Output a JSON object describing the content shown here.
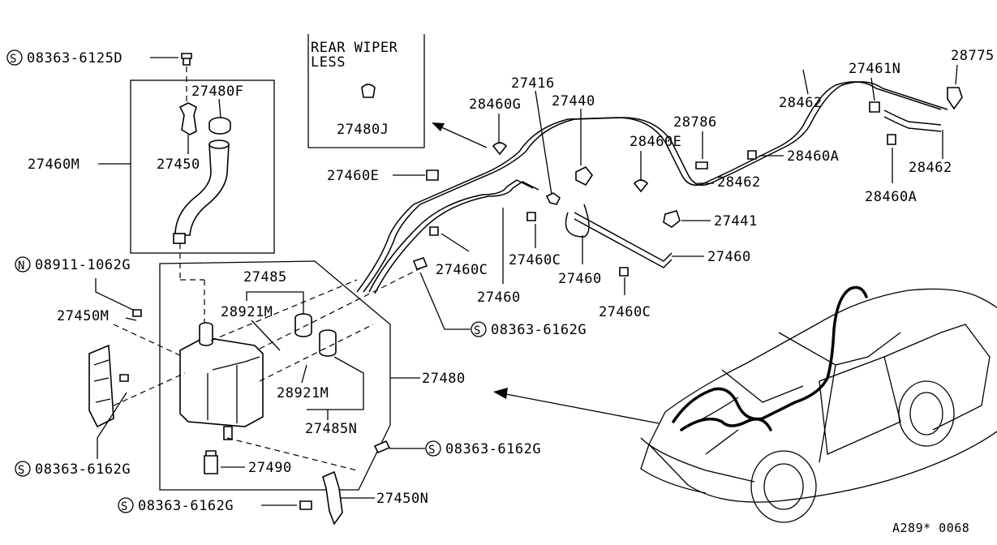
{
  "note_box": {
    "line1": "REAR WIPER",
    "line2": "LESS",
    "part": "27480J"
  },
  "labels": {
    "s1": "08363-6125D",
    "p27480F": "27480F",
    "p27450": "27450",
    "p27460M": "27460M",
    "n1": "08911-1062G",
    "p27450M": "27450M",
    "p27485a": "27485",
    "p28921Ma": "28921M",
    "p28921Mb": "28921M",
    "p27485N": "27485N",
    "p27480": "27480",
    "p27490": "27490",
    "s2": "08363-6162G",
    "s3": "08363-6162G",
    "s4": "08363-6162G",
    "s5": "08363-6162G",
    "p27450N": "27450N",
    "p27416": "27416",
    "p28460G": "28460G",
    "p27440": "27440",
    "p27460E": "27460E",
    "p27460C1": "27460C",
    "p27460C2": "27460C",
    "p27460C3": "27460C",
    "p27460a": "27460",
    "p27460b": "27460",
    "p27460c": "27460",
    "p27441": "27441",
    "p28460E": "28460E",
    "p28786": "28786",
    "p28462a": "28462",
    "p28462b": "28462",
    "p28462c": "28462",
    "p28460A1": "28460A",
    "p28460A2": "28460A",
    "p27461N": "27461N",
    "p28775": "28775",
    "ref": "A289* 0068"
  },
  "symbols": {
    "screw": "S",
    "nut": "N"
  }
}
